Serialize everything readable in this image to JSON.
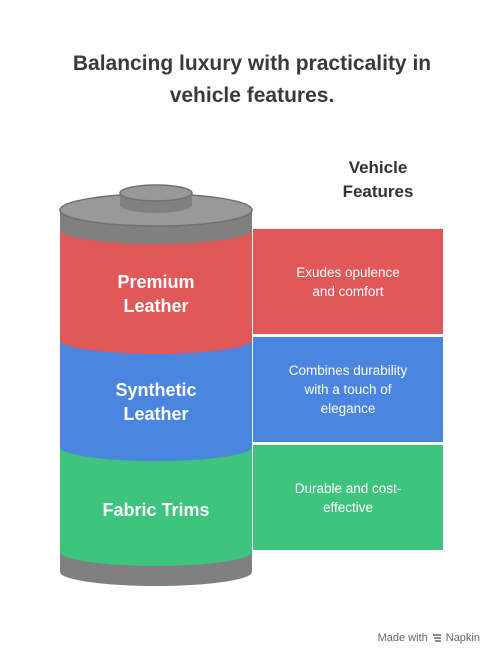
{
  "title_line1": "Balancing luxury with practicality in",
  "title_line2": "vehicle features.",
  "side_heading_line1": "Vehicle",
  "side_heading_line2": "Features",
  "segments": [
    {
      "label_line1": "Premium",
      "label_line2": "Leather",
      "desc_line1": "Exudes opulence",
      "desc_line2": "and comfort",
      "desc_line3": "",
      "color": "#e05858"
    },
    {
      "label_line1": "Synthetic",
      "label_line2": "Leather",
      "desc_line1": "Combines durability",
      "desc_line2": "with a touch of",
      "desc_line3": "elegance",
      "color": "#4a86e0"
    },
    {
      "label_line1": "Fabric Trims",
      "label_line2": "",
      "desc_line1": "Durable and cost-",
      "desc_line2": "effective",
      "desc_line3": "",
      "color": "#3ec47c"
    }
  ],
  "cap_color": "#808080",
  "footer": {
    "made_with": "Made with",
    "brand": "Napkin"
  }
}
